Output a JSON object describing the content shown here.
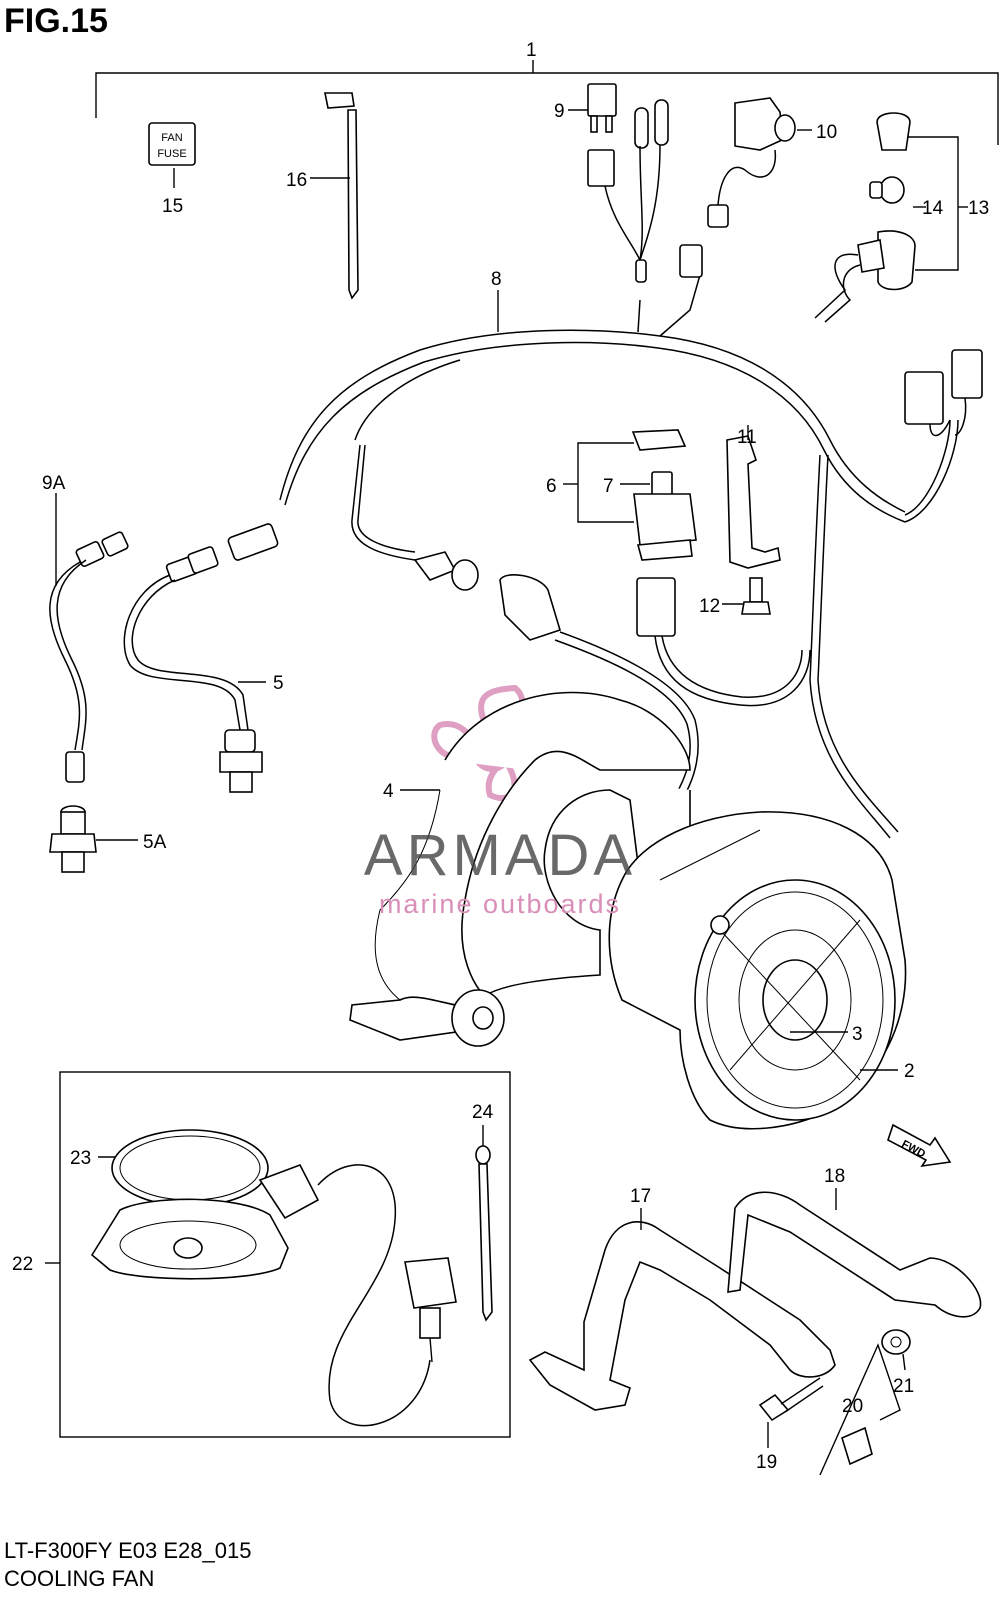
{
  "figure": {
    "title": "FIG.15",
    "code": "LT-F300FY E03 E28_015",
    "name": "COOLING FAN"
  },
  "fuse_label": {
    "line1": "FAN",
    "line2": "FUSE"
  },
  "watermark": {
    "brand": "ARMADA",
    "tagline": "marine outboards",
    "color": "#d98fb8"
  },
  "callouts": [
    "1",
    "2",
    "3",
    "4",
    "5",
    "5A",
    "6",
    "7",
    "8",
    "9",
    "9A",
    "10",
    "11",
    "12",
    "13",
    "14",
    "15",
    "16",
    "17",
    "18",
    "19",
    "20",
    "21",
    "22",
    "23",
    "24"
  ],
  "fwd_label": "FWD"
}
